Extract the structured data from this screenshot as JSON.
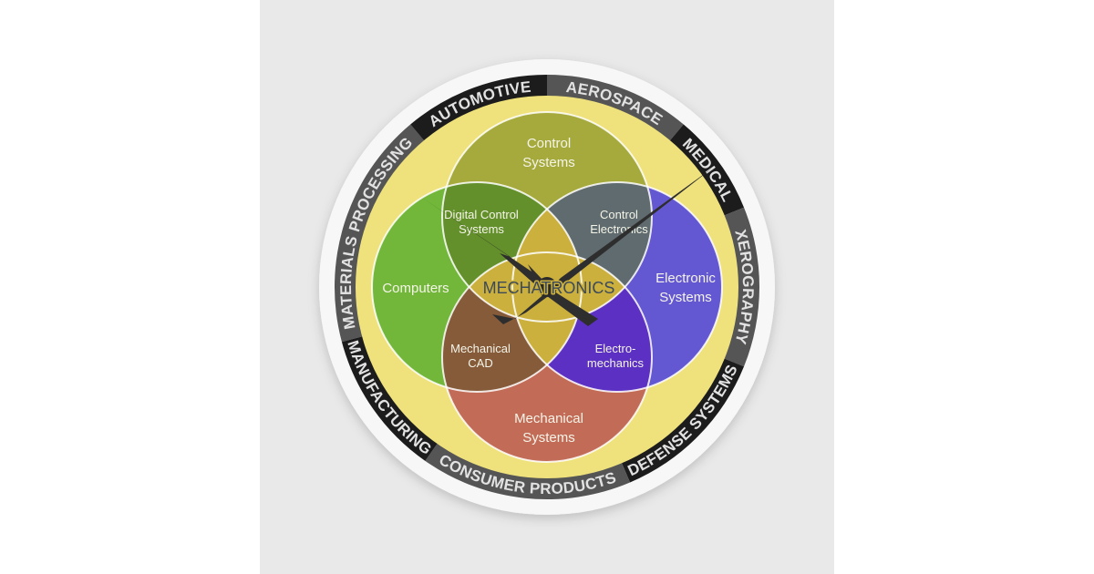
{
  "colors": {
    "background": "#e9e9e9",
    "rim": "#f7f7f7",
    "ring_dark": "#1c1c1c",
    "ring_grey": "#555555",
    "face": "#efe27c",
    "control_systems": "#a6aa3c",
    "computers": "#72b73a",
    "electronic_systems": "#6457d2",
    "mechanical_systems": "#c26b57",
    "digital_control": "#63902b",
    "control_electronics": "#5f6b6e",
    "mechanical_cad": "#865b3a",
    "electromechanics": "#5b30c2",
    "mechatronics": "#cbb03e",
    "hands": "#2e2e2e"
  },
  "ring_segments": [
    {
      "label": "MATERIALS PROCESSING",
      "tone": "grey"
    },
    {
      "label": "AUTOMOTIVE",
      "tone": "dark"
    },
    {
      "label": "AEROSPACE",
      "tone": "grey"
    },
    {
      "label": "MEDICAL",
      "tone": "dark"
    },
    {
      "label": "XEROGRAPHY",
      "tone": "grey"
    },
    {
      "label": "DEFENSE SYSTEMS",
      "tone": "dark"
    },
    {
      "label": "CONSUMER PRODUCTS",
      "tone": "grey"
    },
    {
      "label": "MANUFACTURING",
      "tone": "dark"
    }
  ],
  "venn": {
    "control_systems": [
      "Control",
      "Systems"
    ],
    "computers": "Computers",
    "electronic_systems": [
      "Electronic",
      "Systems"
    ],
    "mechanical_systems": [
      "Mechanical",
      "Systems"
    ],
    "digital_control_systems": [
      "Digital Control",
      "Systems"
    ],
    "control_electronics": [
      "Control",
      "Electronics"
    ],
    "mechanical_cad": [
      "Mechanical",
      "CAD"
    ],
    "electromechanics": [
      "Electro-",
      "mechanics"
    ],
    "center": "MECHATRONICS"
  },
  "clock_time": {
    "hour_hand_icon": "clock-hour-hand",
    "minute_hand_icon": "clock-minute-hand"
  }
}
